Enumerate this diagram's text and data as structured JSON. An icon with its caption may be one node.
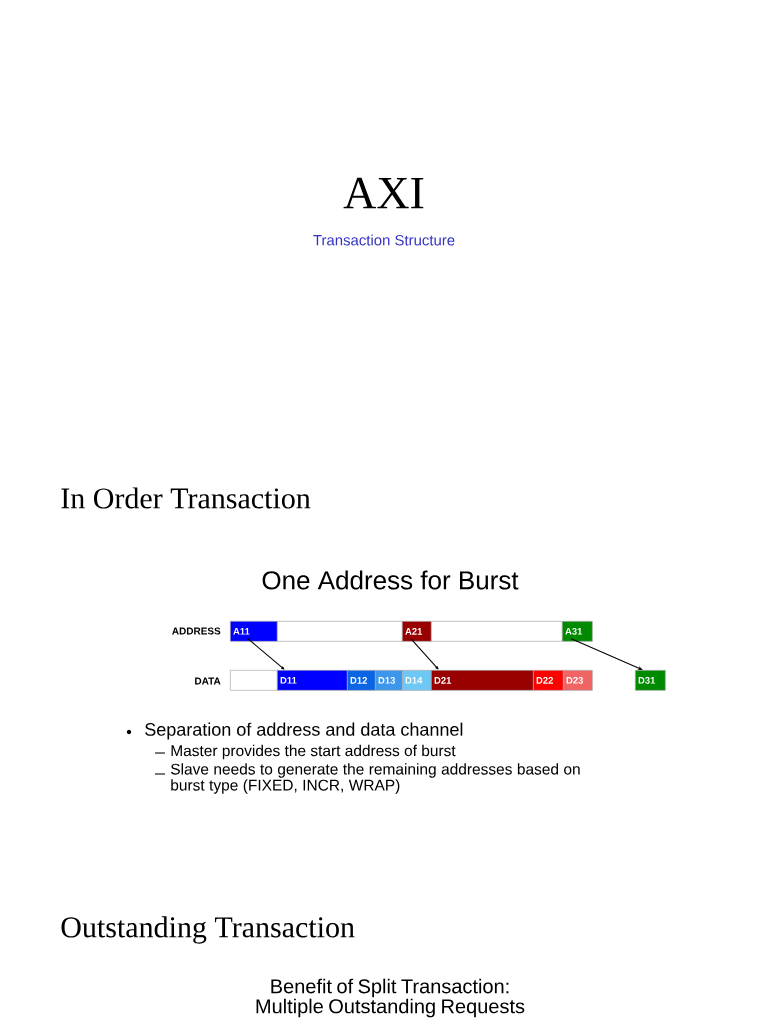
{
  "diagram": {
    "title": "AXI",
    "nodes": [
      {
        "text": [
          "A11"
        ]
      },
      {
        "text": [],
        "shape": "box"
      },
      {
        "text": [
          "A21"
        ]
      },
      {
        "text": [],
        "shape": "box"
      },
      {
        "text": [
          "A31"
        ]
      },
      {
        "text": [],
        "shape": "box"
      },
      {
        "text": [
          "D11"
        ]
      },
      {
        "text": [
          "D12"
        ]
      },
      {
        "text": [
          "D13"
        ]
      },
      {
        "text": [
          "D14"
        ]
      },
      {
        "text": [
          "D21"
        ]
      },
      {
        "text": [
          "D22"
        ]
      },
      {
        "text": [
          "D23"
        ]
      },
      {
        "text": [
          "D31"
        ]
      }
    ],
    "edges": [
      {
        "from": 0,
        "to": 6,
        "arrow": "to"
      },
      {
        "from": 2,
        "to": 10,
        "arrow": "to"
      },
      {
        "from": 4,
        "to": 13,
        "arrow": "to"
      }
    ],
    "labels": [
      "Transaction Structure",
      "In Order Transaction",
      "One Address for Burst",
      "ADDRESS",
      "DATA",
      "Separation of address and data channel",
      "Master provides the start address of burst",
      "Slave needs to generate the remaining addresses based on burst type (FIXED, INCR, WRAP)",
      "Outstanding Transaction",
      "Benefit of Split Transaction: Multiple Outstanding Requests"
    ]
  }
}
